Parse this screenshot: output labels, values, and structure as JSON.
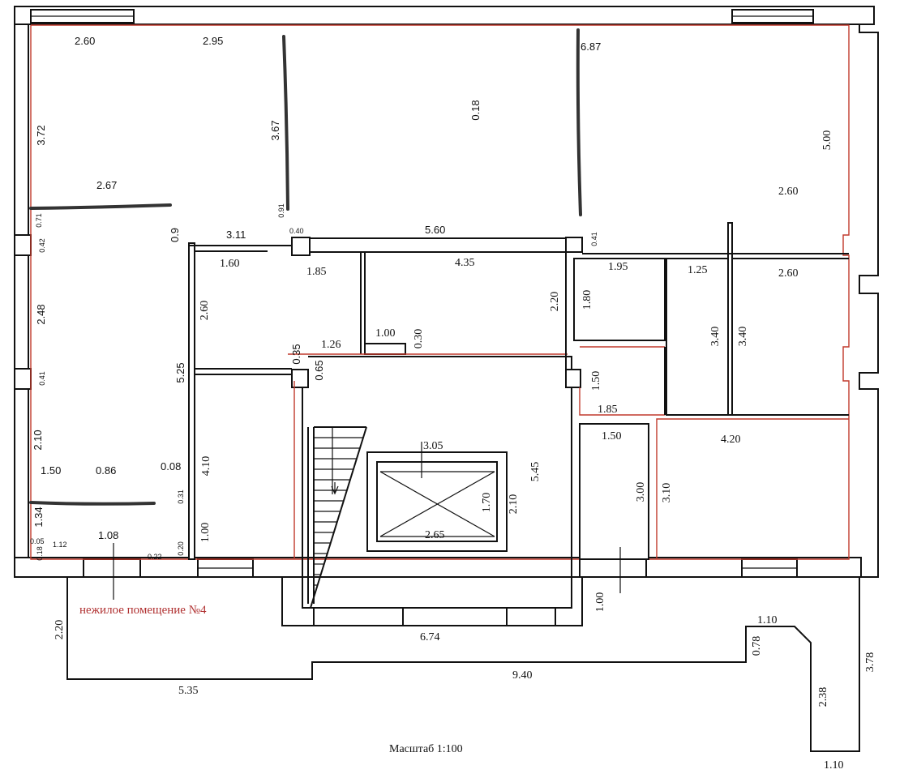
{
  "title": "нежилое помещение №4",
  "scale": "Масштаб 1:100",
  "colors": {
    "wall": "#111111",
    "boundary": "#c0392b",
    "label": "#b03030"
  },
  "dimensions": [
    "2.60",
    "2.95",
    "6.87",
    "3.72",
    "3.67",
    "0.18",
    "5.00",
    "2.67",
    "2.60",
    "0.91",
    "0.71",
    "0.42",
    "0.9",
    "3.11",
    "0.40",
    "5.60",
    "0.41",
    "1.60",
    "1.85",
    "4.35",
    "1.95",
    "1.25",
    "2.60",
    "2.60",
    "2.48",
    "2.20",
    "1.80",
    "3.40",
    "3.40",
    "1.00",
    "0.30",
    "1.26",
    "0.35",
    "0.65",
    "0.41",
    "5.25",
    "1.50",
    "1.85",
    "2.10",
    "1.50",
    "0.86",
    "0.08",
    "4.10",
    "1.50",
    "4.20",
    "3.05",
    "1.70",
    "2.10",
    "5.45",
    "3.00",
    "3.10",
    "0.31",
    "1.34",
    "1.00",
    "1.08",
    "1.12",
    "0.05",
    "0.18",
    "0.22",
    "0.20",
    "2.65",
    "2.20",
    "1.00",
    "6.74",
    "1.10",
    "0.78",
    "9.40",
    "5.35",
    "2.38",
    "3.78",
    "1.10"
  ]
}
